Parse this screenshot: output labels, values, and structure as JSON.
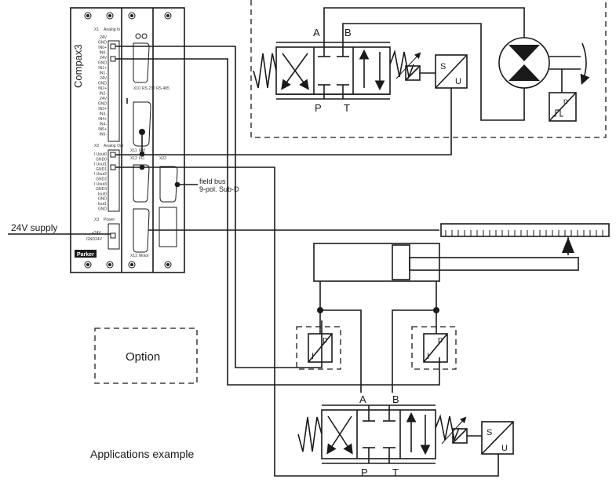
{
  "device": {
    "brand": "Compax3",
    "maker": "Parker",
    "x1_label": "X1",
    "x1_caption": "Analog In",
    "x1_pins": [
      "24V",
      "GND",
      "IN0+",
      "IN0-",
      "24V",
      "GND",
      "IN1+",
      "IN1-",
      "24V",
      "GND",
      "IN2+",
      "IN2-",
      "24V",
      "GND",
      "IN3+",
      "IN3-",
      "IN4+",
      "IN4-",
      "IN5+",
      "IN5-"
    ],
    "x2_label": "X2",
    "x2_caption": "Analog Out",
    "x2_pins": [
      "I Uout0",
      "GND0",
      "I Uout1",
      "GND1",
      "I Uout2",
      "GND2",
      "I Uout3",
      "GND3",
      "Iout0",
      "GND",
      "Iout1",
      "GND"
    ],
    "x3_label": "X3",
    "x3_caption": "Power",
    "x3_pins": [
      "+24V",
      "GND24V"
    ],
    "x10_label": "X10",
    "x10_caption": "RS 232 RS 485",
    "x11_label": "X11",
    "x11_caption": "Ref",
    "x12_label": "X12",
    "x12_caption": "I/O",
    "x13_label": "X13",
    "x13_caption": "Motor",
    "x23_label": "X23"
  },
  "labels": {
    "field_bus": "field bus",
    "sub_d": "9-pol. Sub-D",
    "supply": "24V supply",
    "option": "Option",
    "caption": "Applications example",
    "port_a_top": "A",
    "port_b_top": "B",
    "port_p_top": "P",
    "port_t_top": "T",
    "port_a_bottom": "A",
    "port_b_bottom": "B",
    "port_p_bottom": "P",
    "port_t_bottom": "T",
    "su_s": "S",
    "su_u": "U",
    "su2_s": "S",
    "su2_u": "U",
    "sensor_n": "n",
    "pt1_p": "p",
    "pt1_i": "I",
    "pt2_p": "p",
    "pt2_i": "I"
  }
}
